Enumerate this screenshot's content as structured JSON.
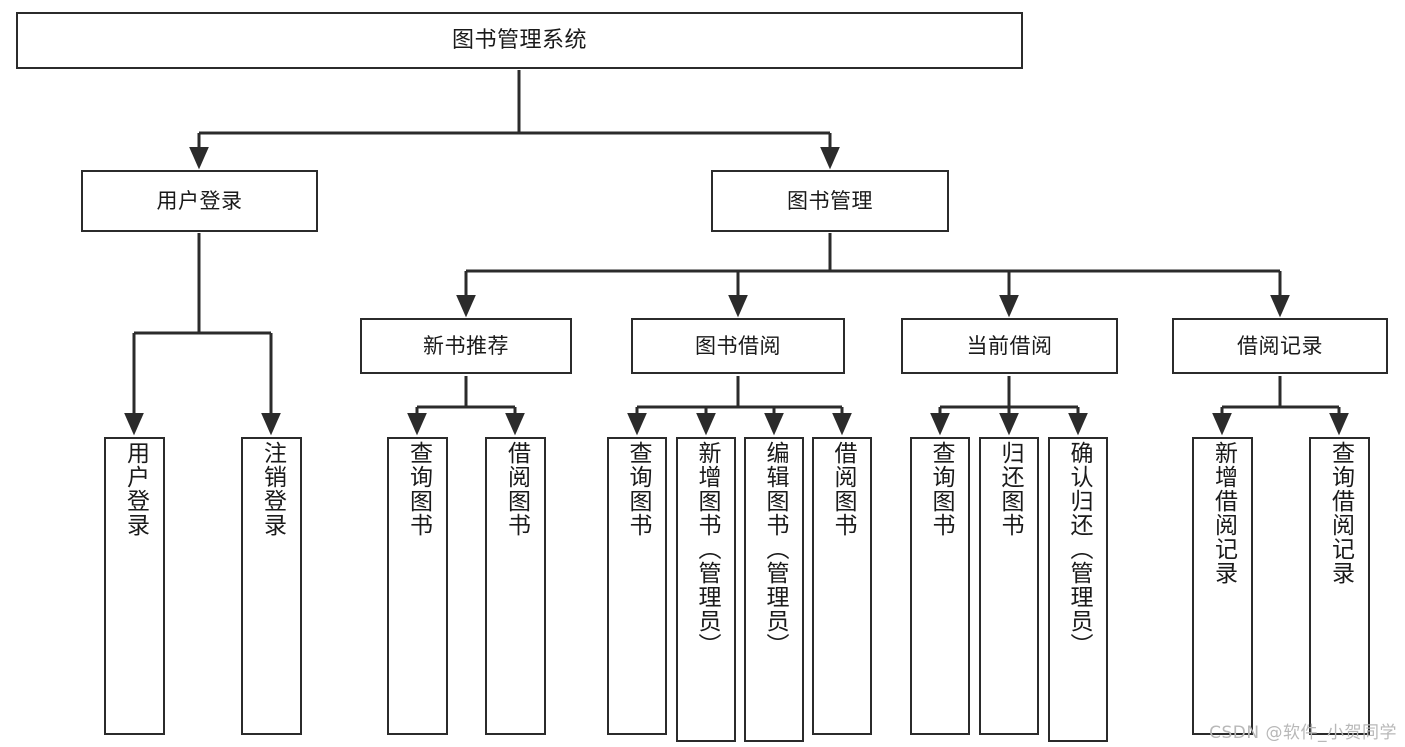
{
  "diagram": {
    "title": "图书管理系统",
    "type": "tree",
    "watermark": "CSDN @软件_小贺同学",
    "colors": {
      "background": "#ffffff",
      "box_border": "#2b2b2b",
      "box_fill": "#ffffff",
      "edge": "#2b2b2b",
      "text": "#1a1a1a",
      "watermark": "#b8b8b8"
    },
    "nodes": {
      "root": {
        "label": "图书管理系统"
      },
      "level2": [
        {
          "id": "user-login",
          "label": "用户登录"
        },
        {
          "id": "book-manage",
          "label": "图书管理"
        }
      ],
      "level3": [
        {
          "id": "new-book-recommend",
          "label": "新书推荐"
        },
        {
          "id": "book-borrow",
          "label": "图书借阅"
        },
        {
          "id": "current-borrow",
          "label": "当前借阅"
        },
        {
          "id": "borrow-record",
          "label": "借阅记录"
        }
      ],
      "leaves": {
        "user-login": [
          {
            "id": "leaf-user-login",
            "label": "用户登录"
          },
          {
            "id": "leaf-logout",
            "label": "注销登录"
          }
        ],
        "new-book-recommend": [
          {
            "id": "leaf-query-book-1",
            "label": "查询图书"
          },
          {
            "id": "leaf-borrow-book-1",
            "label": "借阅图书"
          }
        ],
        "book-borrow": [
          {
            "id": "leaf-query-book-2",
            "label": "查询图书"
          },
          {
            "id": "leaf-add-book",
            "label": "新增图书（管理员）"
          },
          {
            "id": "leaf-edit-book",
            "label": "编辑图书（管理员）"
          },
          {
            "id": "leaf-borrow-book-2",
            "label": "借阅图书"
          }
        ],
        "current-borrow": [
          {
            "id": "leaf-query-book-3",
            "label": "查询图书"
          },
          {
            "id": "leaf-return-book",
            "label": "归还图书"
          },
          {
            "id": "leaf-confirm-return",
            "label": "确认归还（管理员）"
          }
        ],
        "borrow-record": [
          {
            "id": "leaf-add-record",
            "label": "新增借阅记录"
          },
          {
            "id": "leaf-query-record",
            "label": "查询借阅记录"
          }
        ]
      }
    }
  }
}
